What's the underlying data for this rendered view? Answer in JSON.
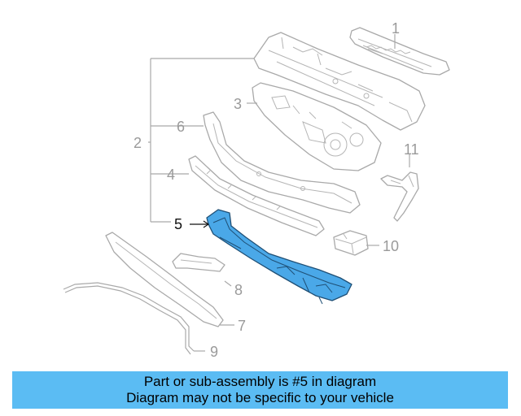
{
  "diagram": {
    "callouts": {
      "c1": "1",
      "c2": "2",
      "c3": "3",
      "c4": "4",
      "c5": "5",
      "c6": "6",
      "c7": "7",
      "c8": "8",
      "c9": "9",
      "c10": "10",
      "c11": "11"
    },
    "highlight_color": "#4aa8e8",
    "highlighted_part": "5"
  },
  "banner": {
    "line1": "Part or sub-assembly is #5 in diagram",
    "line2": "Diagram may not be specific to your vehicle",
    "background": "#5bbcf3"
  }
}
